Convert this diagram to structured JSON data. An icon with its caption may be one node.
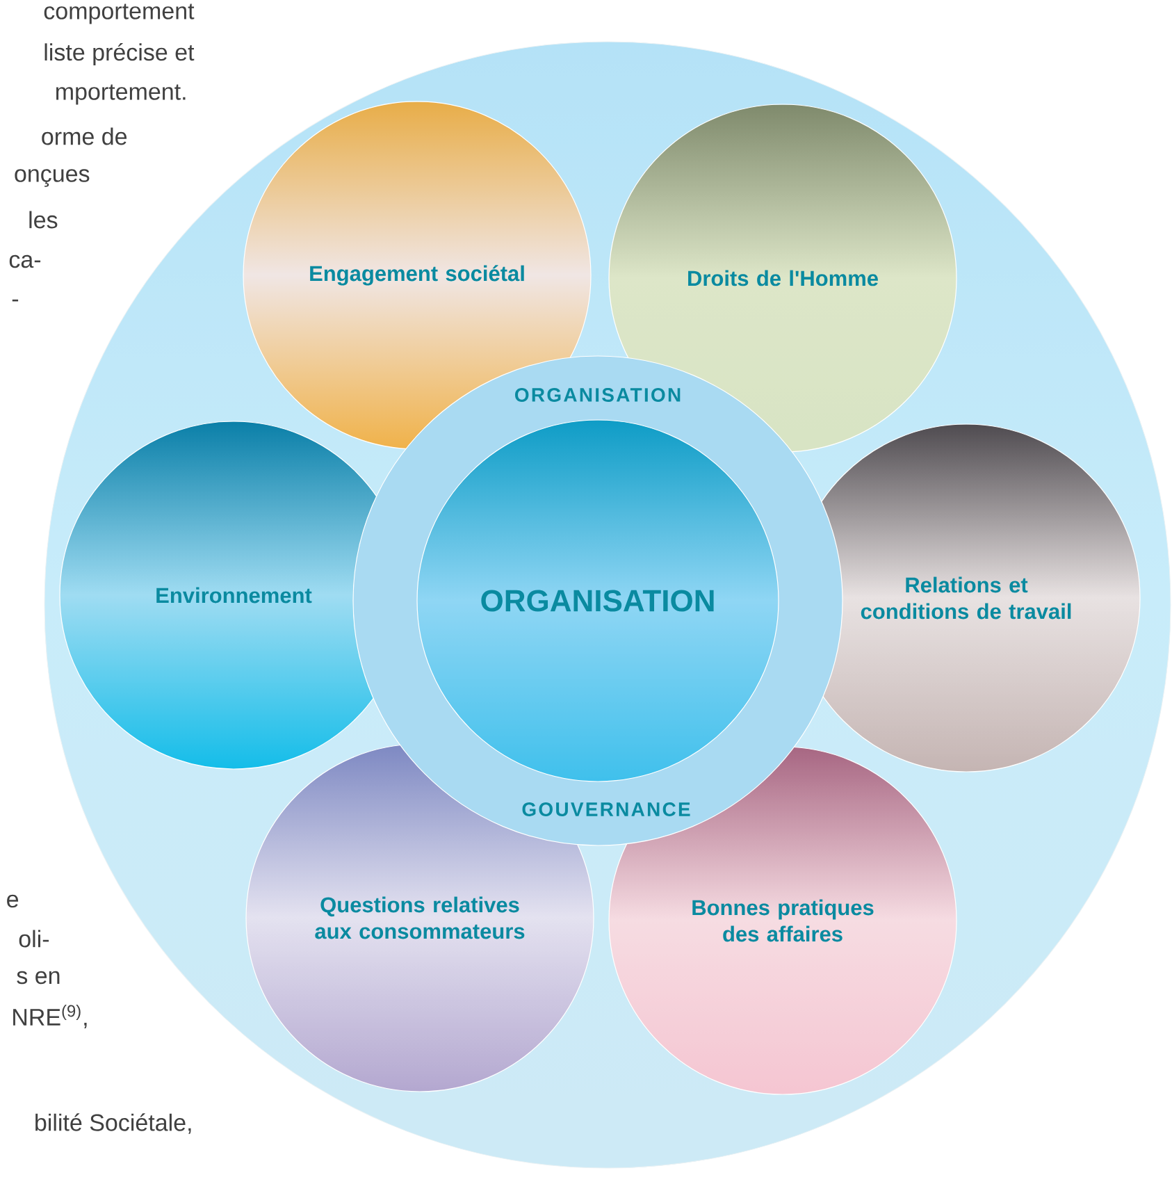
{
  "diagram": {
    "nodes": [
      {
        "text": [],
        "shape": "circle"
      },
      {
        "text": [
          "ORGANISATION",
          "GOUVERNANCE"
        ],
        "in": 0
      },
      {
        "text": [
          "ORGANISATION"
        ],
        "in": 1
      },
      {
        "text": [
          "Engagement sociétal"
        ],
        "in": 0
      },
      {
        "text": [
          "Droits de l'Homme"
        ],
        "in": 0
      },
      {
        "text": [
          "Environnement"
        ],
        "in": 0
      },
      {
        "text": [
          "Relations et conditions de travail"
        ],
        "in": 0
      },
      {
        "text": [
          "Questions relatives aux consommateurs"
        ],
        "in": 0
      },
      {
        "text": [
          "Bonnes pratiques des affaires"
        ],
        "in": 0
      }
    ],
    "edges": [],
    "labels": [
      "comportement",
      "liste précise et",
      "mportement.",
      "orme de",
      "onçues",
      "les",
      "ca-",
      "-",
      "e",
      "oli-",
      "s en",
      "NRE$^{(9)}$,",
      "bilité Sociétale,"
    ]
  }
}
